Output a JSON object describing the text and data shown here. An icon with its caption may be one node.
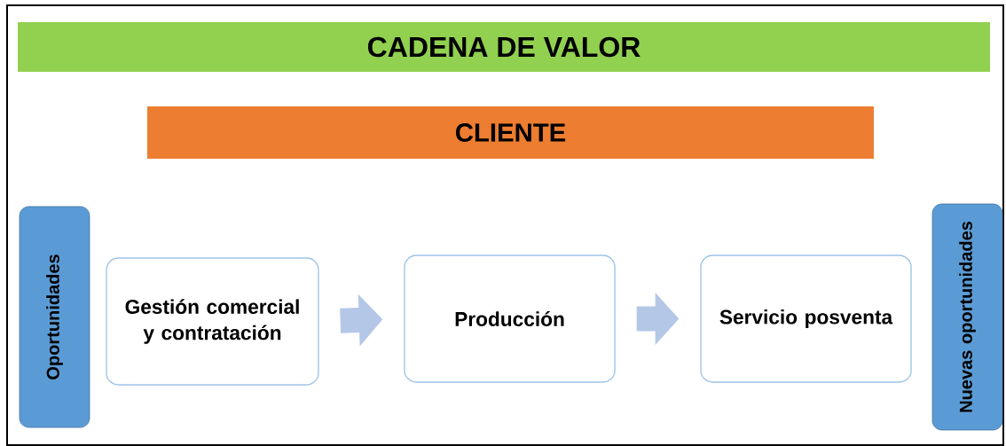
{
  "diagram": {
    "nodes": [
      {
        "text": [
          "CADENA DE VALOR"
        ]
      },
      {
        "text": [
          "CLIENTE"
        ]
      },
      {
        "text": [
          "Oportunidades"
        ]
      },
      {
        "text": [
          "Gestión comercial y contratación"
        ]
      },
      {
        "text": [
          "Producción"
        ]
      },
      {
        "text": [
          "Servicio posventa"
        ]
      },
      {
        "text": [
          "Nuevas oportunidades"
        ]
      }
    ],
    "edges": [
      {
        "from": 3,
        "to": 4,
        "arrow": "to"
      },
      {
        "from": 4,
        "to": 5,
        "arrow": "to"
      }
    ]
  }
}
